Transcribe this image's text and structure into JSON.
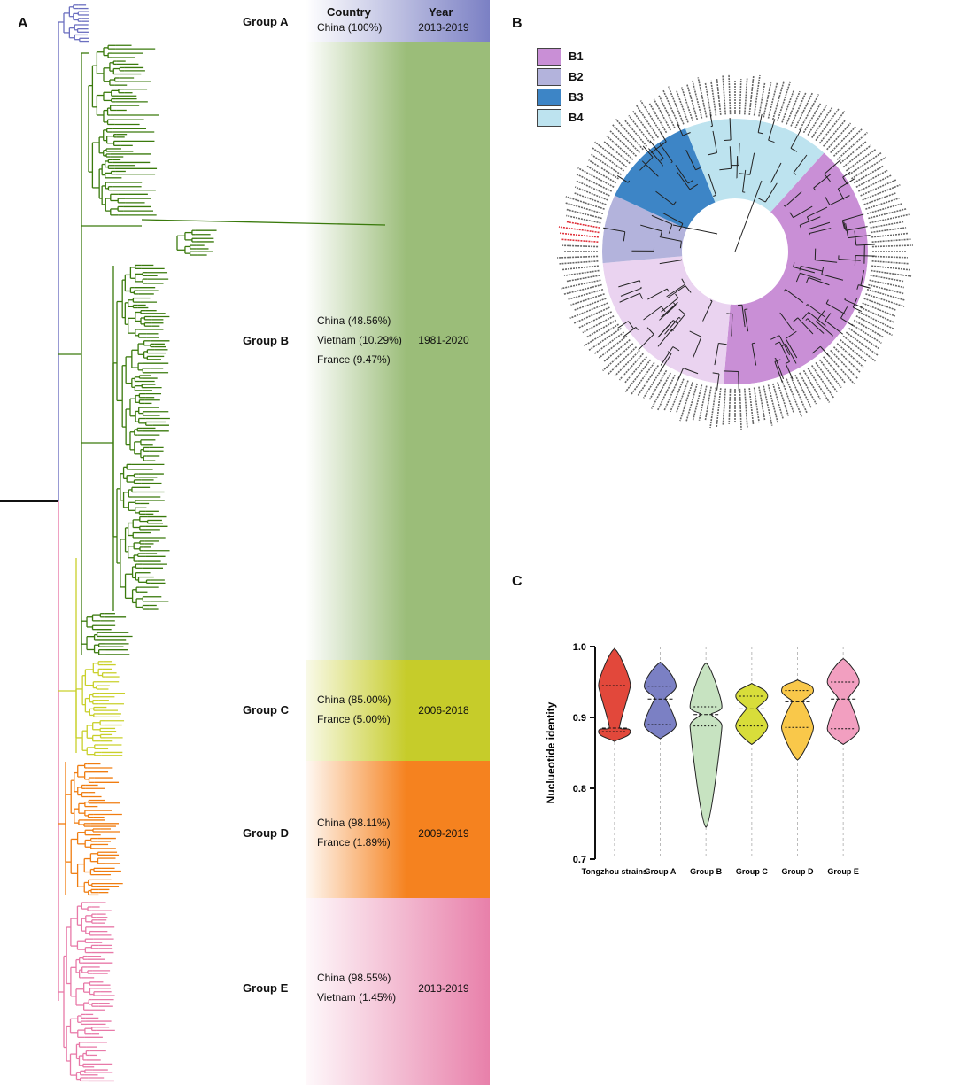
{
  "panels": {
    "a": "A",
    "b": "B",
    "c": "C"
  },
  "colors": {
    "group_a": "#7b80c4",
    "group_b": "#9bbd79",
    "group_c": "#c6cc2a",
    "group_d": "#f5821f",
    "group_e": "#e880aa",
    "tree_a": "#6b6fc0",
    "tree_b": "#3a7a0c",
    "tree_c": "#c9d02a",
    "tree_d": "#f07d10",
    "tree_e": "#e879a8",
    "b1": "#c98fd6",
    "b2": "#b3b3dc",
    "b3": "#3d85c6",
    "b4": "#bde3ef",
    "highlight": "#e0303a"
  },
  "panel_a": {
    "header_country": "Country",
    "header_year": "Year",
    "groups": [
      {
        "label": "Group A",
        "countries": [
          "China (100%)"
        ],
        "years": "2013-2019"
      },
      {
        "label": "Group B",
        "countries": [
          "China (48.56%)",
          "Vietnam (10.29%)",
          "France (9.47%)"
        ],
        "years": "1981-2020"
      },
      {
        "label": "Group C",
        "countries": [
          "China (85.00%)",
          "France (5.00%)"
        ],
        "years": "2006-2018"
      },
      {
        "label": "Group D",
        "countries": [
          "China (98.11%)",
          "France (1.89%)"
        ],
        "years": "2009-2019"
      },
      {
        "label": "Group E",
        "countries": [
          "China (98.55%)",
          "Vietnam (1.45%)"
        ],
        "years": "2013-2019"
      }
    ]
  },
  "panel_b": {
    "legend": [
      {
        "label": "B1",
        "color": "#c98fd6"
      },
      {
        "label": "B2",
        "color": "#b3b3dc"
      },
      {
        "label": "B3",
        "color": "#3d85c6"
      },
      {
        "label": "B4",
        "color": "#bde3ef"
      }
    ]
  },
  "panel_c": {
    "chart_data": {
      "type": "violin",
      "ylabel": "Nuclueotide identity",
      "ylim": [
        0.7,
        1.0
      ],
      "yticks": [
        0.7,
        0.8,
        0.9,
        1.0
      ],
      "ytick_labels": [
        "0.7",
        "0.8",
        "0.9",
        "1.0"
      ],
      "categories": [
        "Tongzhou strains",
        "Group A",
        "Group B",
        "Group C",
        "Group D",
        "Group E"
      ],
      "colors": [
        "#e2483b",
        "#7b80c4",
        "#c7e3c1",
        "#d8dd3a",
        "#f9c84a",
        "#f29fc0"
      ],
      "series": [
        {
          "min": 0.866,
          "max": 0.997,
          "q1": 0.88,
          "median": 0.885,
          "q3": 0.945
        },
        {
          "min": 0.87,
          "max": 0.978,
          "q1": 0.89,
          "median": 0.926,
          "q3": 0.944
        },
        {
          "min": 0.745,
          "max": 0.977,
          "q1": 0.888,
          "median": 0.904,
          "q3": 0.915
        },
        {
          "min": 0.862,
          "max": 0.948,
          "q1": 0.888,
          "median": 0.912,
          "q3": 0.93
        },
        {
          "min": 0.84,
          "max": 0.953,
          "q1": 0.886,
          "median": 0.922,
          "q3": 0.938
        },
        {
          "min": 0.862,
          "max": 0.983,
          "q1": 0.884,
          "median": 0.926,
          "q3": 0.95
        }
      ]
    }
  }
}
